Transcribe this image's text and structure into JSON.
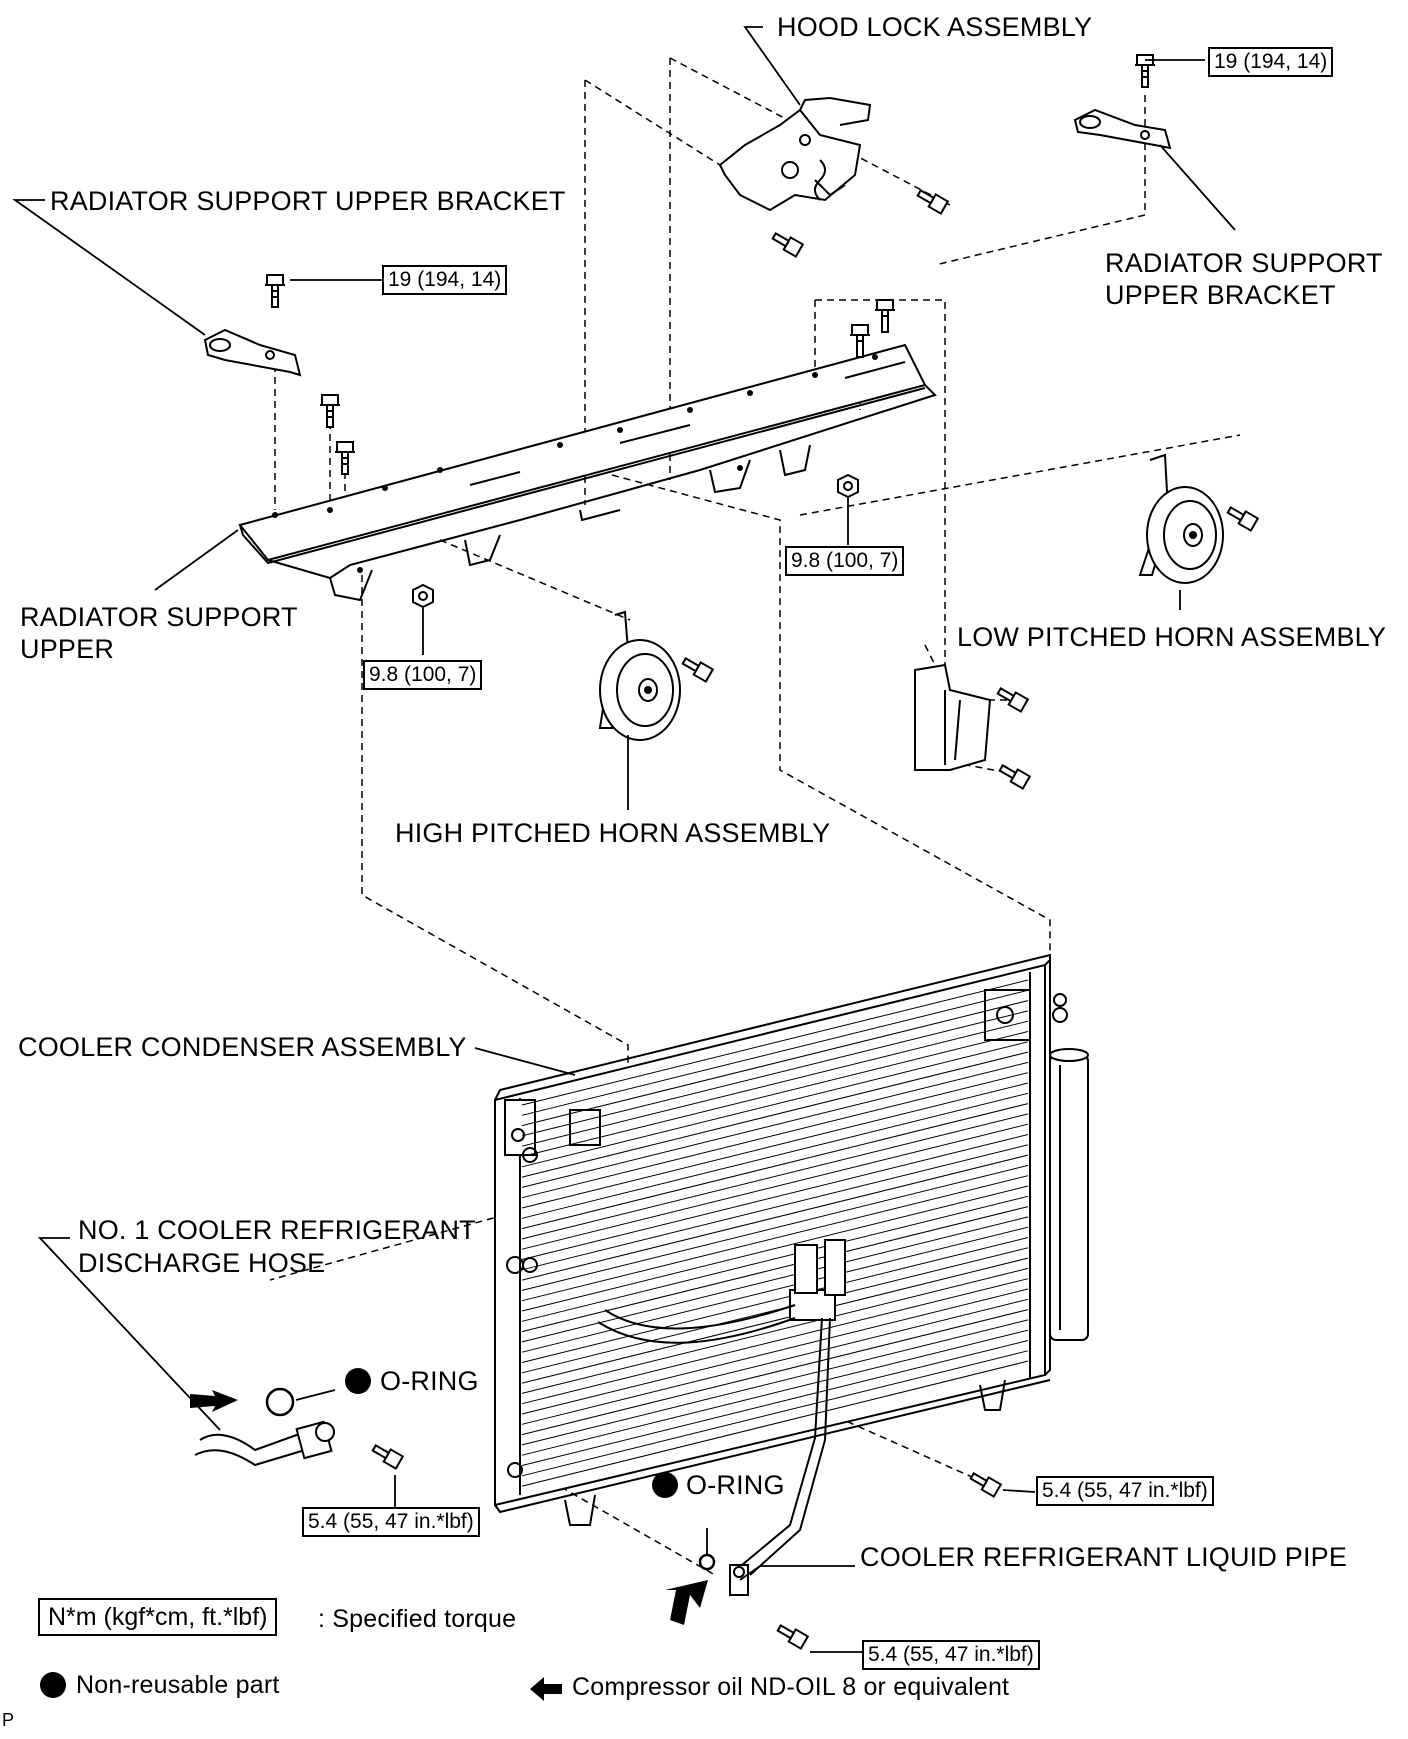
{
  "labels": {
    "hood_lock": "HOOD LOCK ASSEMBLY",
    "rad_bracket_left": "RADIATOR SUPPORT UPPER BRACKET",
    "rad_bracket_right_1": "RADIATOR SUPPORT",
    "rad_bracket_right_2": "UPPER BRACKET",
    "rad_support_upper_1": "RADIATOR SUPPORT",
    "rad_support_upper_2": "UPPER",
    "low_horn": "LOW PITCHED HORN ASSEMBLY",
    "high_horn": "HIGH PITCHED HORN ASSEMBLY",
    "condenser": "COOLER CONDENSER ASSEMBLY",
    "discharge_hose_1": "NO. 1 COOLER REFRIGERANT",
    "discharge_hose_2": "DISCHARGE HOSE",
    "oring_1": "O-RING",
    "oring_2": "O-RING",
    "liquid_pipe": "COOLER REFRIGERANT LIQUID PIPE"
  },
  "torques": {
    "t_top_right": "19 (194, 14)",
    "t_top_left": "19 (194, 14)",
    "t_horn_right": "9.8 (100, 7)",
    "t_horn_left": "9.8 (100, 7)",
    "t_condenser_right": "5.4 (55, 47 in.*lbf)",
    "t_hose": "5.4 (55, 47 in.*lbf)",
    "t_pipe": "5.4 (55, 47 in.*lbf)"
  },
  "legend": {
    "torque_box": "N*m (kgf*cm, ft.*lbf)",
    "torque_text": ": Specified torque",
    "nonreusable_text": "Non-reusable part",
    "oil_text": "Compressor oil ND-OIL 8 or equivalent"
  },
  "corner_mark": "P",
  "colors": {
    "ink": "#000000",
    "paper": "#ffffff"
  }
}
